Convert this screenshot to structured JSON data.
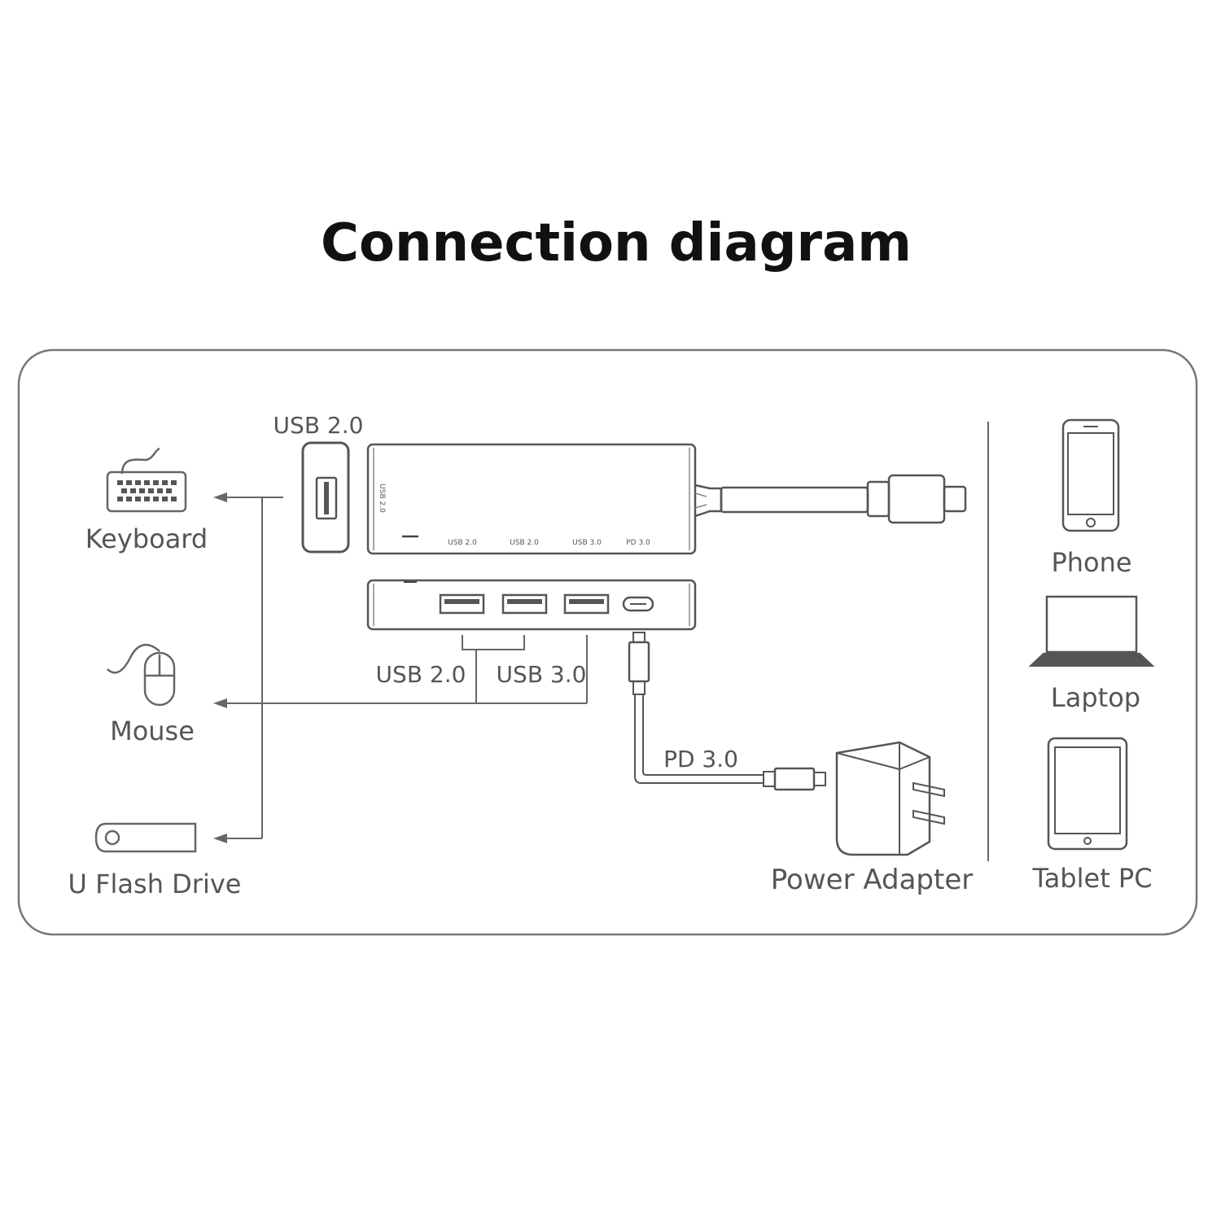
{
  "title": "Connection diagram",
  "devices_left": {
    "keyboard": "Keyboard",
    "mouse": "Mouse",
    "flash_drive": "U Flash Drive"
  },
  "ports": {
    "side_usb": "USB 2.0",
    "bottom_usb20": "USB 2.0",
    "bottom_usb30": "USB 3.0",
    "pd": "PD 3.0"
  },
  "hub_top_labels": {
    "side": "USB 2.0",
    "port1": "USB 2.0",
    "port2": "USB 2.0",
    "port3": "USB 3.0",
    "port4": "PD 3.0"
  },
  "power_adapter": "Power Adapter",
  "devices_right": {
    "phone": "Phone",
    "laptop": "Laptop",
    "tablet": "Tablet PC"
  }
}
